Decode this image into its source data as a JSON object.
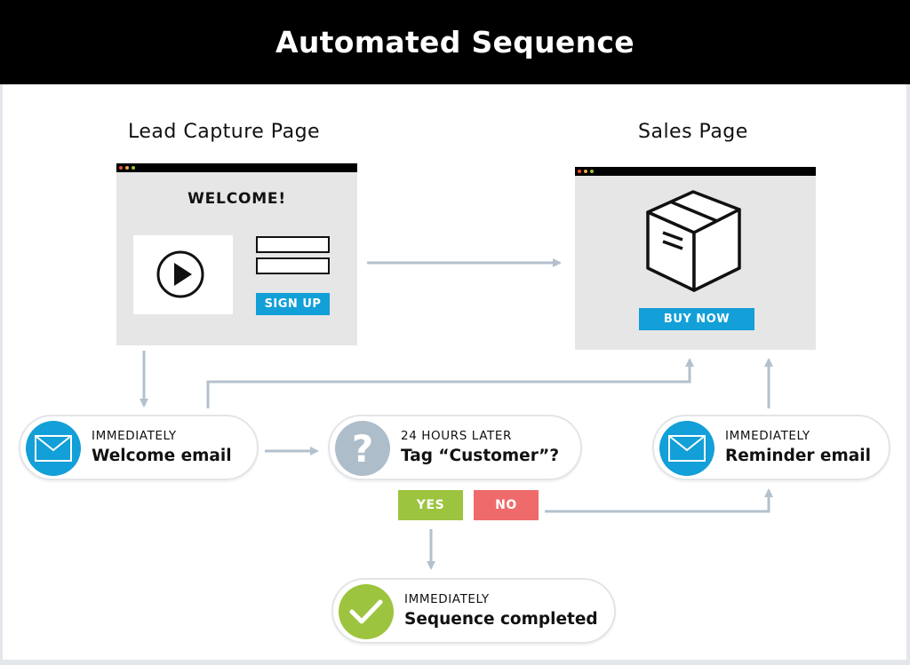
{
  "title": "Automated Sequence",
  "lead_capture": {
    "label": "Lead Capture Page",
    "heading": "WELCOME!",
    "button": "SIGN UP",
    "icons": [
      "play-icon"
    ]
  },
  "sales_page": {
    "label": "Sales Page",
    "button": "BUY NOW",
    "icons": [
      "box-icon"
    ]
  },
  "steps": {
    "welcome_email": {
      "timing": "IMMEDIATELY",
      "title": "Welcome email",
      "icon": "envelope-icon"
    },
    "tag_check": {
      "timing": "24 HOURS LATER",
      "title": "Tag “Customer”?",
      "icon": "question-icon"
    },
    "reminder_email": {
      "timing": "IMMEDIATELY",
      "title": "Reminder email",
      "icon": "envelope-icon"
    },
    "completed": {
      "timing": "IMMEDIATELY",
      "title": "Sequence completed",
      "icon": "check-icon"
    }
  },
  "branches": {
    "yes": "YES",
    "no": "NO"
  },
  "colors": {
    "header_bg": "#000000",
    "accent_blue": "#139fd8",
    "yes_green": "#9dc43f",
    "no_red": "#ef6b6b",
    "question_gray": "#aebdca",
    "connector": "#b3c1cd",
    "window_dots": [
      "#e8503a",
      "#f2a93b",
      "#9dc43f"
    ]
  }
}
